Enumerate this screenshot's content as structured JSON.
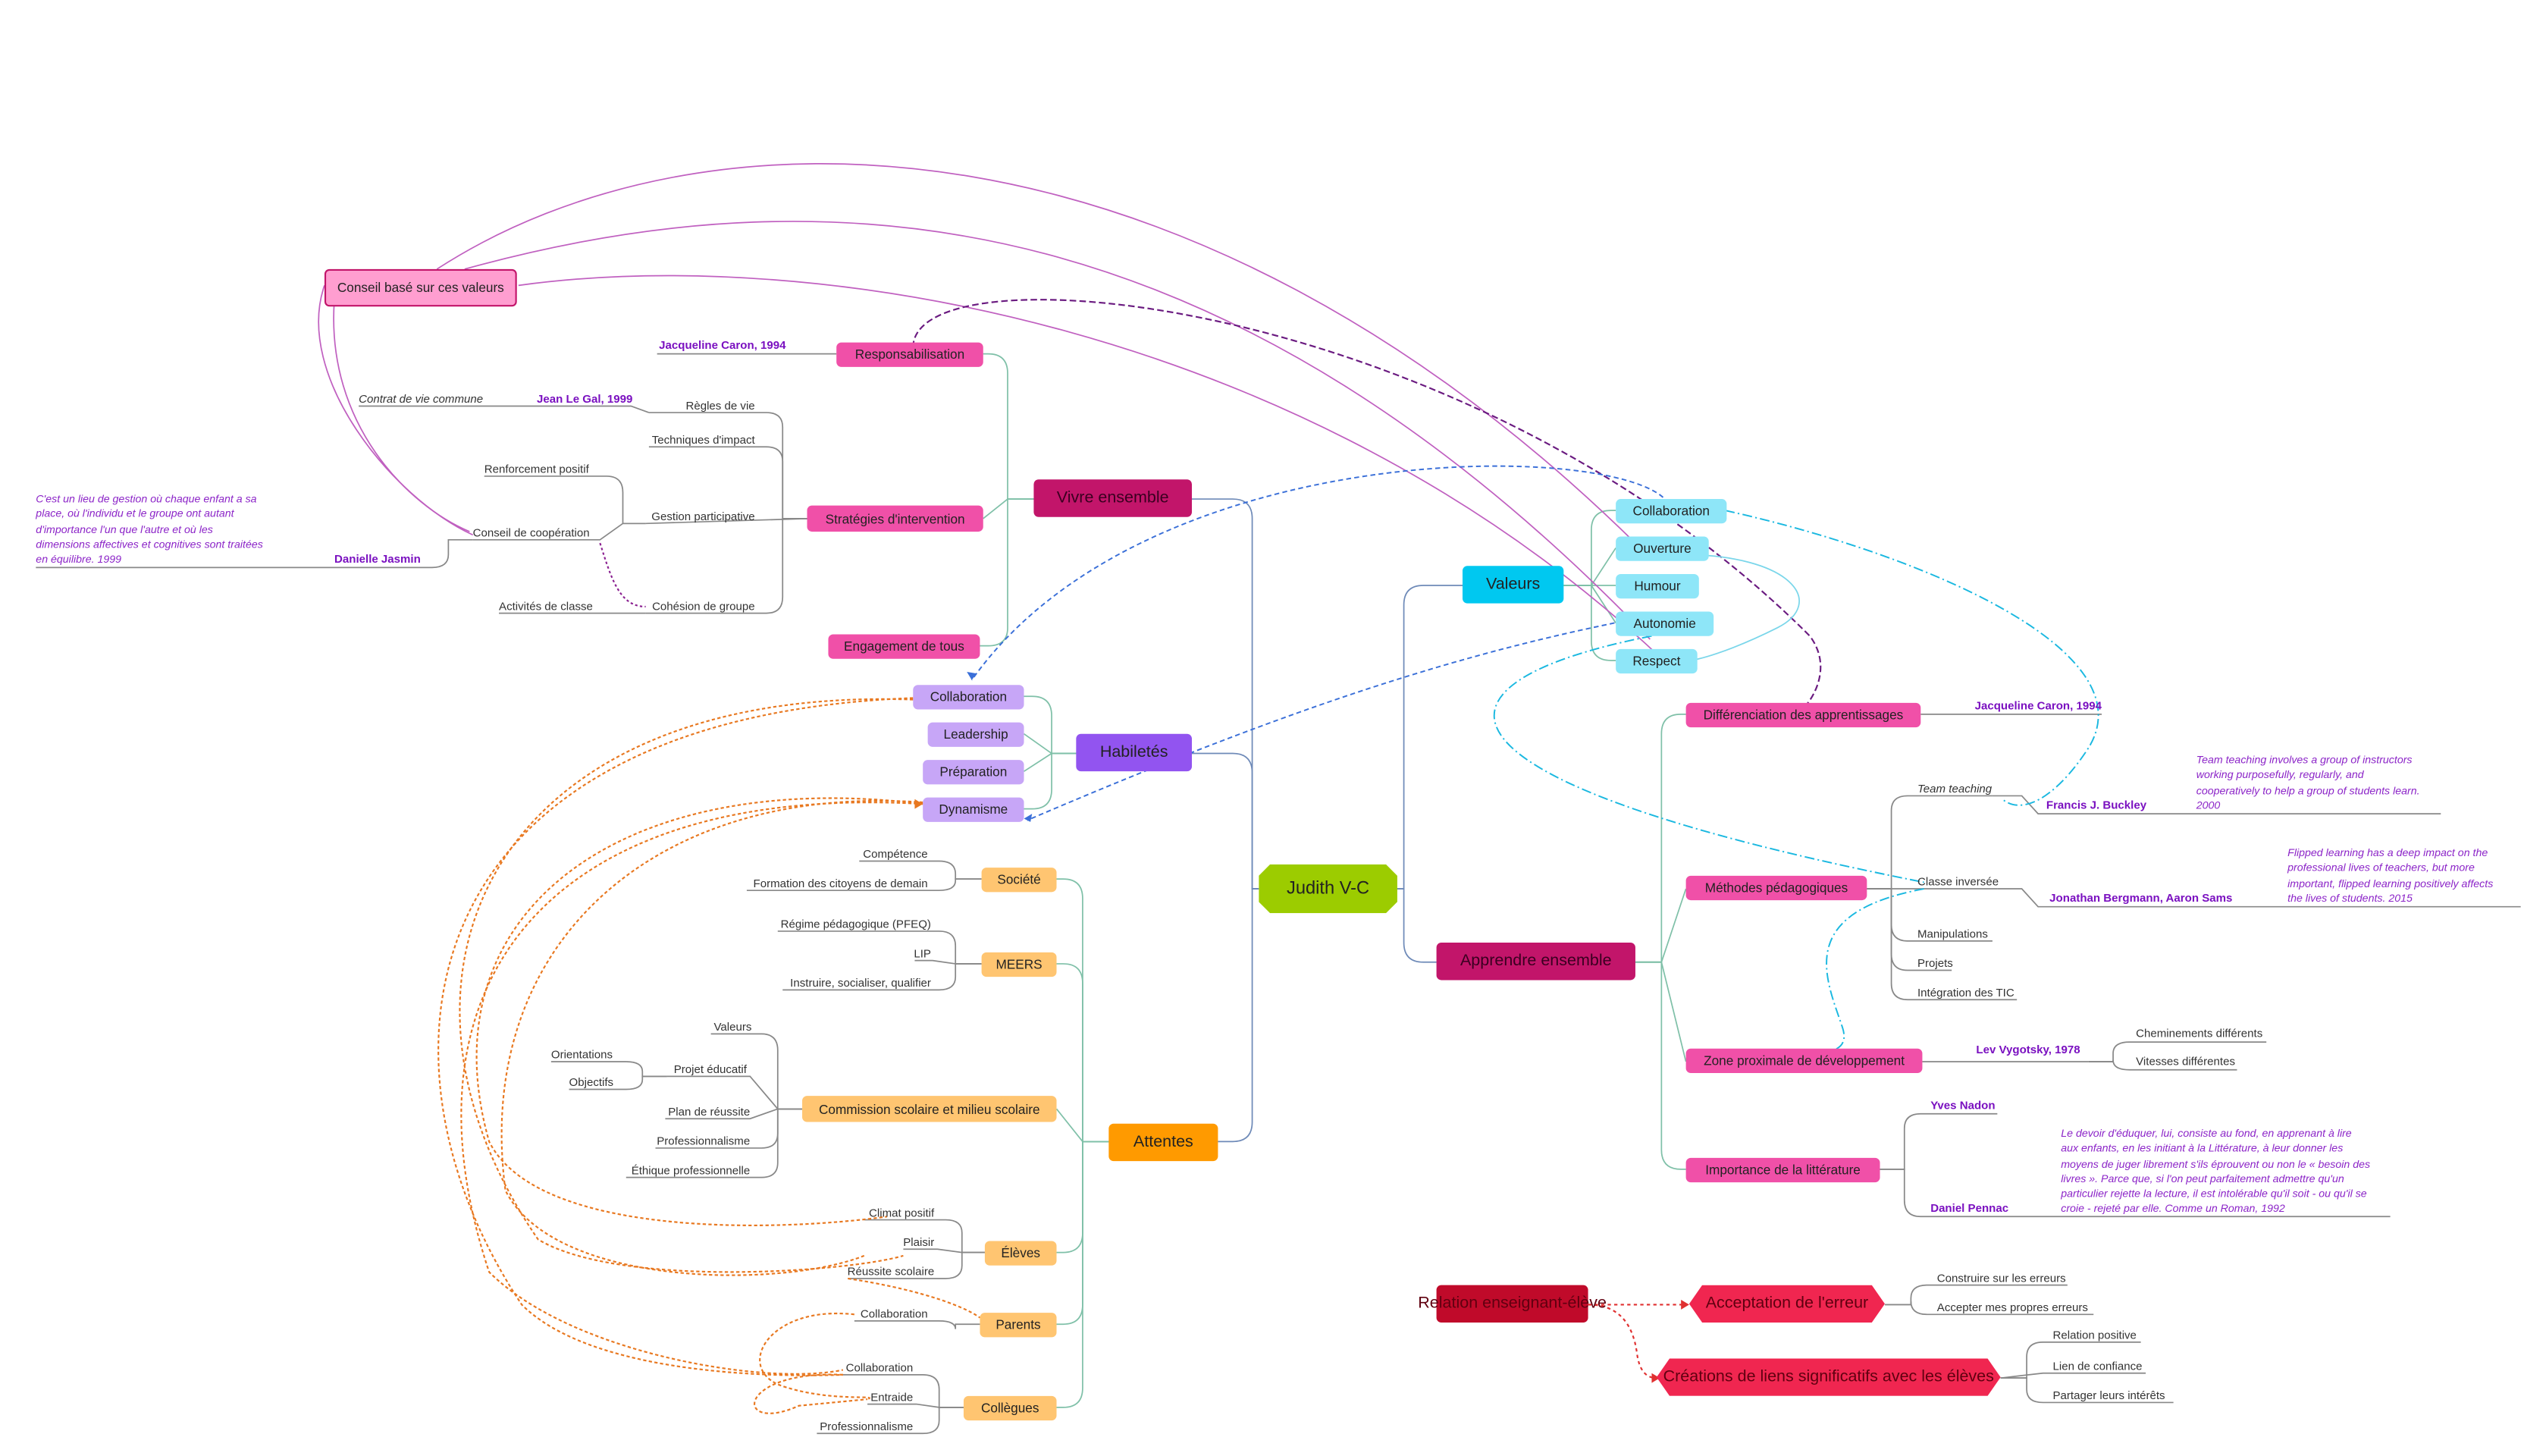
{
  "central": {
    "label": "Judith V-C",
    "color": "#9ccc00"
  },
  "branches": {
    "vivre": {
      "label": "Vivre ensemble",
      "color": "#c2156a",
      "children": {
        "responsabilisation": "Responsabilisation",
        "strategies": "Stratégies d'intervention",
        "engagement": "Engagement de tous"
      },
      "responsabilisation_author": "Jacqueline Caron, 1994",
      "strategies_items": {
        "regles": "Règles de vie",
        "techniques": "Techniques d'impact",
        "gestion": "Gestion participative",
        "cohesion": "Cohésion de groupe"
      },
      "regles_sub": "Contrat de vie commune",
      "regles_author": "Jean Le Gal, 1999",
      "gestion_items": {
        "renforcement": "Renforcement positif",
        "conseil": "Conseil de coopération"
      },
      "conseil_author": "Danielle Jasmin",
      "conseil_quote": "C'est un lieu de gestion où chaque enfant a sa\nplace, où l'individu et le groupe ont autant\nd'importance l'un que l'autre et où les\ndimensions affectives et cognitives sont traitées\nen équilibre. 1999",
      "cohesion_sub": "Activités de classe",
      "floating": "Conseil basé sur ces valeurs"
    },
    "habiletes": {
      "label": "Habiletés",
      "color": "#9254f0",
      "children": {
        "collaboration": "Collaboration",
        "leadership": "Leadership",
        "preparation": "Préparation",
        "dynamisme": "Dynamisme"
      }
    },
    "attentes": {
      "label": "Attentes",
      "color": "#ff9a00",
      "children": {
        "societe": "Société",
        "meers": "MEERS",
        "commission": "Commission scolaire et milieu scolaire",
        "eleves": "Élèves",
        "parents": "Parents",
        "collegues": "Collègues"
      },
      "societe_items": {
        "competence": "Compétence",
        "formation": "Formation des citoyens de demain"
      },
      "meers_items": {
        "regime": "Régime pédagogique (PFEQ)",
        "lip": "LIP",
        "instruire": "Instruire, socialiser, qualifier"
      },
      "commission_items": {
        "valeurs": "Valeurs",
        "projet": "Projet éducatif",
        "orientations": "Orientations",
        "objectifs": "Objectifs",
        "plan": "Plan de réussite",
        "professionnalisme": "Professionnalisme",
        "ethique": "Éthique professionnelle"
      },
      "eleves_items": {
        "climat": "Climat positif",
        "plaisir": "Plaisir",
        "reussite": "Réussite scolaire"
      },
      "parents_items": {
        "collaboration": "Collaboration"
      },
      "collegues_items": {
        "collaboration": "Collaboration",
        "entraide": "Entraide",
        "professionnalisme": "Professionnalisme"
      }
    },
    "valeurs": {
      "label": "Valeurs",
      "color": "#00c8f0",
      "children": {
        "collaboration": "Collaboration",
        "ouverture": "Ouverture",
        "humour": "Humour",
        "autonomie": "Autonomie",
        "respect": "Respect"
      }
    },
    "apprendre": {
      "label": "Apprendre ensemble",
      "color": "#c2156a",
      "children": {
        "differenciation": "Différenciation des apprentissages",
        "methodes": "Méthodes pédagogiques",
        "zone": "Zone proximale de développement",
        "litterature": "Importance de la littérature"
      },
      "differenciation_author": "Jacqueline Caron, 1994",
      "methodes_items": {
        "team": "Team teaching",
        "classe": "Classe inversée",
        "manipulations": "Manipulations",
        "projets": "Projets",
        "tic": "Intégration des TIC"
      },
      "team_author": "Francis J. Buckley",
      "team_quote": "Team teaching involves a group of instructors\nworking purposefully, regularly, and\ncooperatively to help a group of students learn.\n2000",
      "classe_author": "Jonathan Bergmann, Aaron Sams",
      "classe_quote": "Flipped learning has a deep impact on the\nprofessional lives of teachers, but more\nimportant, flipped learning positively affects\nthe lives of students. 2015",
      "zone_author": "Lev Vygotsky, 1978",
      "zone_items": {
        "cheminements": "Cheminements différents",
        "vitesses": "Vitesses différentes"
      },
      "litt_author1": "Yves Nadon",
      "litt_author2": "Daniel Pennac",
      "litt_quote": "Le devoir d'éduquer, lui, consiste au fond, en apprenant à lire\naux enfants, en les initiant à la Littérature, à leur donner les\nmoyens de juger librement s'ils éprouvent ou non le « besoin des\nlivres ». Parce que, si l'on peut parfaitement admettre qu'un\nparticulier rejette la lecture, il est intolérable qu'il soit - ou qu'il se\ncroie - rejeté par elle. Comme un Roman, 1992"
    },
    "floating": {
      "label": "Relation enseignant-élève",
      "color": "#c00a2a",
      "children": {
        "acceptation": "Acceptation de l'erreur",
        "creations": "Créations de liens significatifs avec les élèves"
      },
      "acceptation_items": {
        "construire": "Construire sur les erreurs",
        "accepter": "Accepter mes propres erreurs"
      },
      "creations_items": {
        "relation": "Relation positive",
        "confiance": "Lien de confiance",
        "interets": "Partager leurs intérêts"
      }
    }
  },
  "colors": {
    "pink_node": "#f050a8",
    "light_pink": "#ff9ed0",
    "light_purple": "#c7a6f7",
    "light_orange": "#ffc571",
    "light_cyan": "#8ee6f8",
    "red_node": "#f02650",
    "author": "#7a10c0",
    "relation_orange": "#e87820",
    "relation_blue": "#3a6fd8",
    "relation_cyan": "#1ab8e0",
    "relation_magenta": "#c060c0",
    "relation_darkpurple": "#702080"
  }
}
